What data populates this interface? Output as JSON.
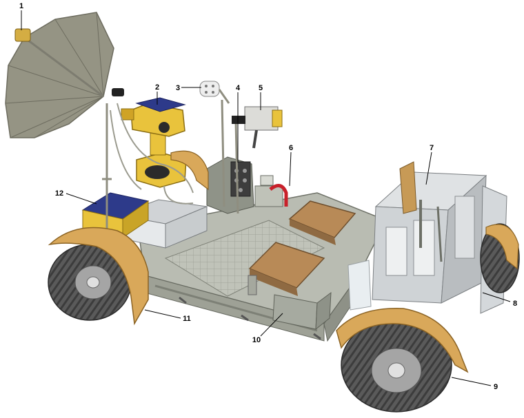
{
  "callouts": [
    {
      "id": "1",
      "label": "1"
    },
    {
      "id": "2",
      "label": "2"
    },
    {
      "id": "3",
      "label": "3"
    },
    {
      "id": "4",
      "label": "4"
    },
    {
      "id": "5",
      "label": "5"
    },
    {
      "id": "6",
      "label": "6"
    },
    {
      "id": "7",
      "label": "7"
    },
    {
      "id": "8",
      "label": "8"
    },
    {
      "id": "9",
      "label": "9"
    },
    {
      "id": "10",
      "label": "10"
    },
    {
      "id": "11",
      "label": "11"
    },
    {
      "id": "12",
      "label": "12"
    }
  ],
  "colors": {
    "tan": "#d9a85a",
    "gold": "#e9c33c",
    "solar": "#2d3a8a",
    "chassis": "#b3b7ae",
    "seat": "#b88a57",
    "tire": "#4d4d4d",
    "antenna": "#8f8e80",
    "foil": "#e3e7ea"
  }
}
